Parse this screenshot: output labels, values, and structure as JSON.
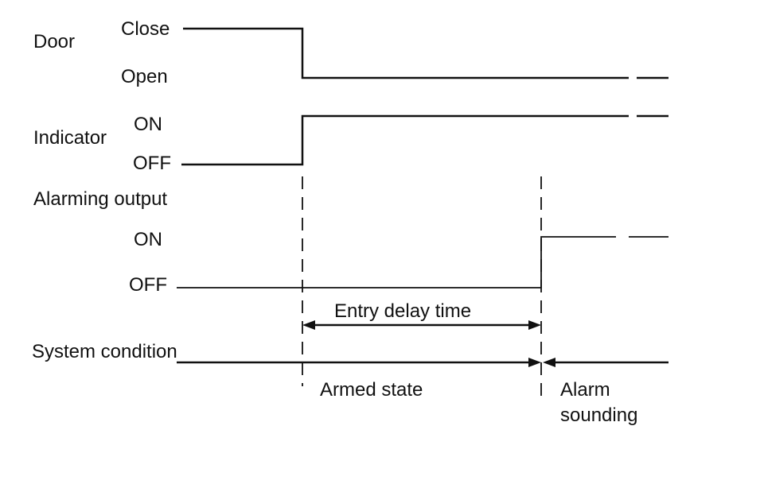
{
  "signals": {
    "door": {
      "label": "Door",
      "high": "Close",
      "low": "Open"
    },
    "indicator": {
      "label": "Indicator",
      "high": "ON",
      "low": "OFF"
    },
    "alarm_output": {
      "label": "Alarming output",
      "high": "ON",
      "low": "OFF"
    },
    "system": {
      "label": "System condition",
      "state_armed": "Armed state",
      "state_alarm_line1": "Alarm",
      "state_alarm_line2": "sounding"
    }
  },
  "timing": {
    "entry_delay_label": "Entry delay time"
  },
  "colors": {
    "ink": "#111111",
    "background": "#ffffff"
  }
}
